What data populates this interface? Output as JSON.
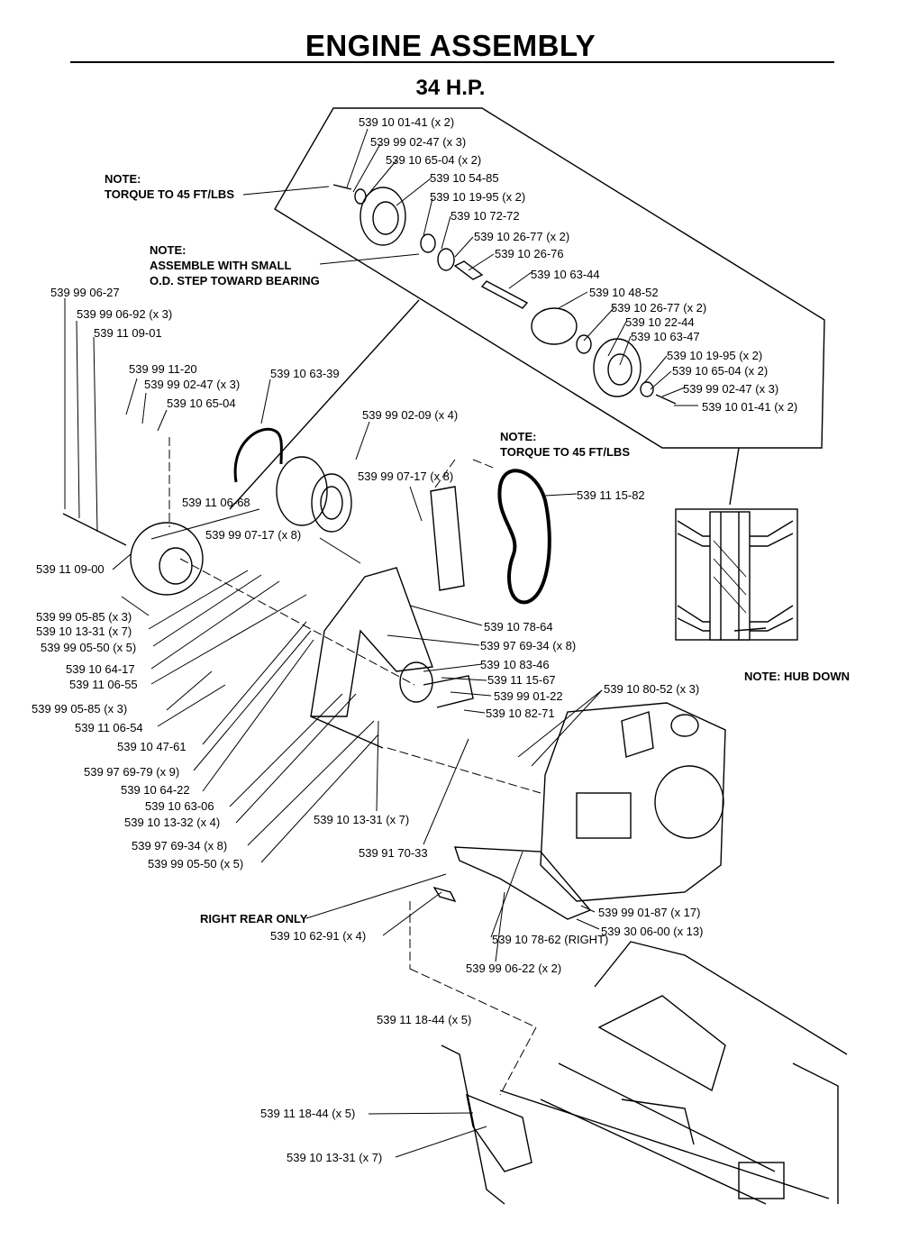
{
  "header": {
    "title": "ENGINE ASSEMBLY",
    "subtitle": "34 H.P."
  },
  "notes": {
    "torque_top_1": "NOTE:",
    "torque_top_2": "TORQUE TO 45 FT/LBS",
    "assemble_1": "NOTE:",
    "assemble_2": "ASSEMBLE WITH SMALL",
    "assemble_3": "O.D. STEP TOWARD BEARING",
    "torque_mid_1": "NOTE:",
    "torque_mid_2": "TORQUE TO 45 FT/LBS",
    "hub_down": "NOTE: HUB DOWN",
    "right_rear": "RIGHT REAR ONLY"
  },
  "labels": [
    "539 10 01-41 (x 2)",
    "539 99 02-47 (x 3)",
    "539 10 65-04 (x 2)",
    "539 10 54-85",
    "539 10 19-95 (x 2)",
    "539 10 72-72",
    "539 10 26-77 (x 2)",
    "539 10 26-76",
    "539 10 63-44",
    "539 10 48-52",
    "539 10 26-77 (x 2)",
    "539 10 22-44",
    "539 10 63-47",
    "539 10 19-95 (x 2)",
    "539 10 65-04 (x 2)",
    "539 99 02-47 (x 3)",
    "539 10 01-41 (x 2)",
    "539 99 06-27",
    "539 99 06-92 (x 3)",
    "539 11 09-01",
    "539 99 11-20",
    "539 99 02-47 (x 3)",
    "539 10 65-04",
    "539 10 63-39",
    "539 99 02-09 (x 4)",
    "539 99 07-17 (x 8)",
    "539 11 15-82",
    "539 11 06-68",
    "539 99 07-17 (x 8)",
    "539 11 09-00",
    "539 99 05-85 (x 3)",
    "539 10 13-31 (x 7)",
    "539 99 05-50 (x 5)",
    "539 10 64-17",
    "539 11 06-55",
    "539 99 05-85 (x 3)",
    "539 11 06-54",
    "539 10 47-61",
    "539 97 69-79 (x 9)",
    "539 10 64-22",
    "539 10 63-06",
    "539 10 13-32 (x 4)",
    "539 97 69-34 (x 8)",
    "539 99 05-50 (x 5)",
    "539 10 78-64",
    "539 97 69-34 (x 8)",
    "539 10 83-46",
    "539 11 15-67",
    "539 99 01-22",
    "539 10 82-71",
    "539 10 80-52 (x 3)",
    "539 10 13-31 (x 7)",
    "539 91 70-33",
    "539 99 01-87 (x 17)",
    "539 30 06-00 (x 13)",
    "539 10 62-91 (x 4)",
    "539 10 78-62 (RIGHT)",
    "539 99 06-22 (x 2)",
    "539 11 18-44 (x 5)",
    "539 11 18-44 (x 5)",
    "539 10 13-31 (x 7)"
  ]
}
